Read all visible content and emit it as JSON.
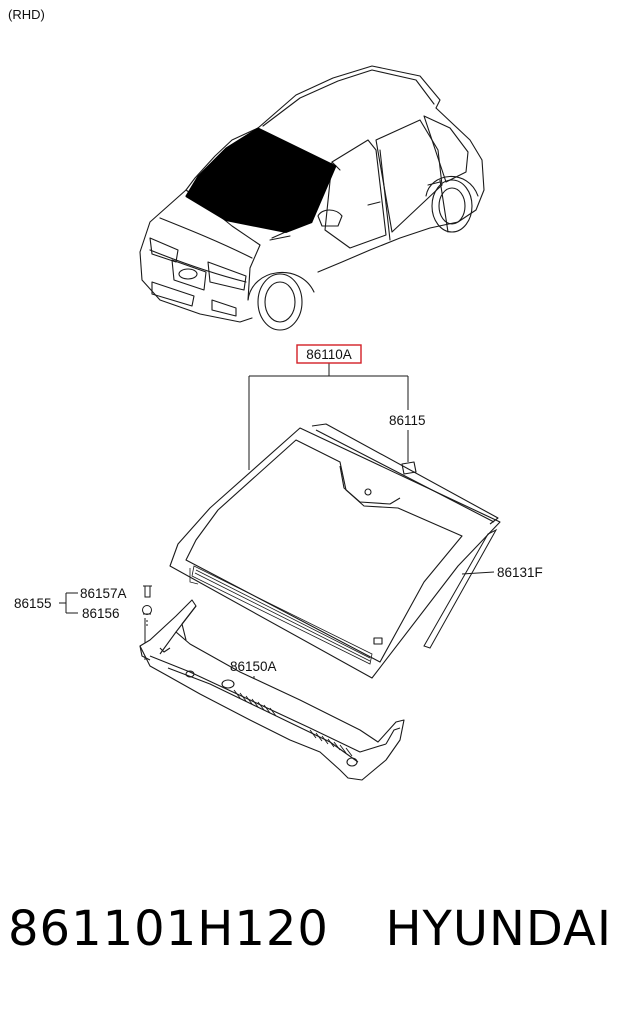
{
  "header": {
    "note": "(RHD)"
  },
  "labels": {
    "main_assembly": "86110A",
    "moulding_clip": "86115",
    "side_moulding": "86131F",
    "bolt_group": "86155",
    "bolt": "86157A",
    "nut": "86156",
    "cowl_panel": "86150A"
  },
  "footer": {
    "part_number": "861101H120",
    "brand": "HYUNDAI"
  },
  "colors": {
    "callout_border": "#d31f26",
    "line": "#1a1a1a",
    "glass_highlight": "#000000"
  }
}
